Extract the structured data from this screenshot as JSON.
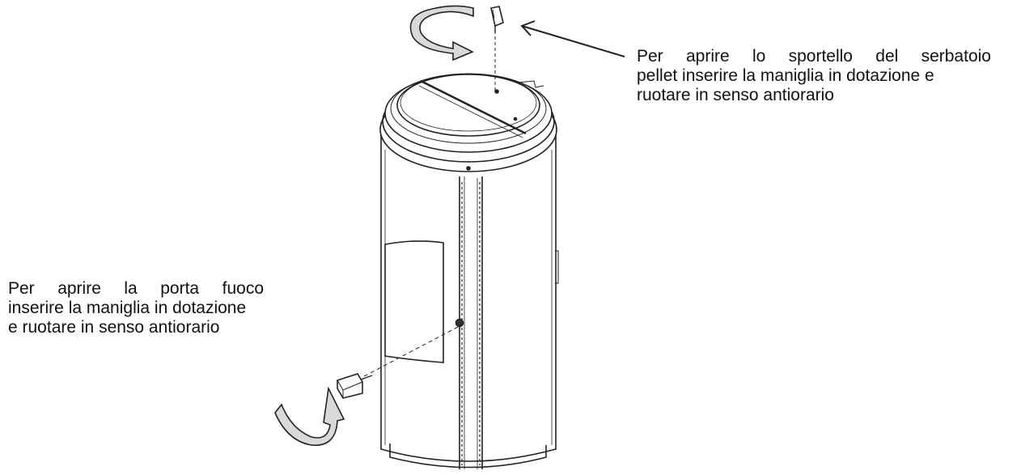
{
  "captions": {
    "tank_door": {
      "line1_words": [
        "Per",
        "aprire",
        "lo",
        "sportello",
        "del",
        "serbatoio"
      ],
      "line2": "pellet inserire la maniglia in dotazione e",
      "line3": "ruotare in senso antiorario"
    },
    "fire_door": {
      "line1_words": [
        "Per",
        "aprire",
        "la",
        "porta",
        "fuoco"
      ],
      "line2": "inserire la maniglia in dotazione",
      "line3": "e ruotare in senso antiorario"
    }
  },
  "colors": {
    "line": "#222222",
    "arrow_fill": "#d9d9d9",
    "background": "#ffffff"
  }
}
